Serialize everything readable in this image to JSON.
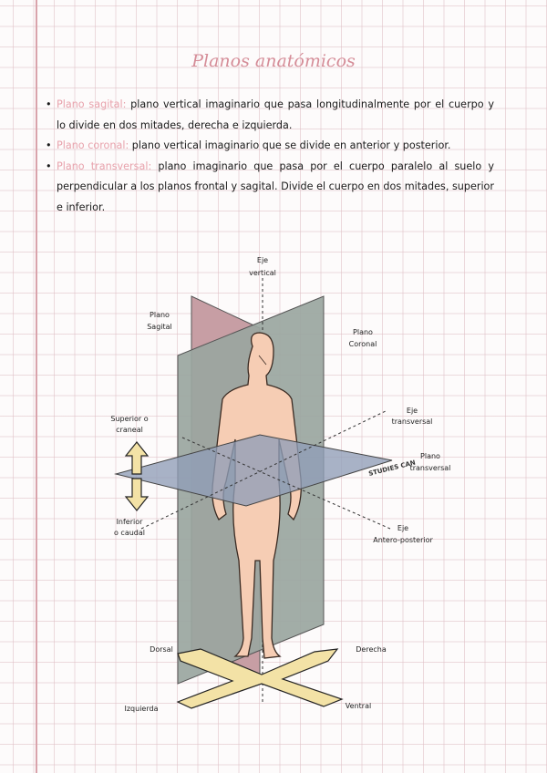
{
  "title": "Planos anatómicos",
  "bullets": [
    {
      "term": "Plano sagital:",
      "text": " plano vertical imaginario que pasa longitudinalmente por el cuerpo y lo divide en dos mitades, derecha e izquierda."
    },
    {
      "term": "Plano coronal:",
      "text": " plano vertical imaginario que se divide en anterior y posterior."
    },
    {
      "term": "Plano transversal:",
      "text": " plano imaginario que pasa por el cuerpo paralelo al suelo y perpendicular a los planos frontal y sagital. Divide el cuerpo en dos mitades, superior e inferior."
    }
  ],
  "figure": {
    "eje_vertical_1": "Eje",
    "eje_vertical_2": "vertical",
    "plano_sagital_1": "Plano",
    "plano_sagital_2": "Sagital",
    "plano_coronal_1": "Plano",
    "plano_coronal_2": "Coronal",
    "superior_1": "Superior o",
    "superior_2": "craneal",
    "eje_transversal_1": "Eje",
    "eje_transversal_2": "transversal",
    "plano_transversal_1": "Plano",
    "plano_transversal_2": "transversal",
    "inferior_1": "Inferior",
    "inferior_2": "o caudal",
    "eje_ap_1": "Eje",
    "eje_ap_2": "Antero-posterior",
    "watermark": "STUDIES CAN",
    "dorsal": "Dorsal",
    "derecha": "Derecha",
    "izquierda": "Izquierda",
    "ventral": "Ventral"
  },
  "colors": {
    "accent": "#e8a2ac",
    "sagittal_plane": "#c79ea4",
    "coronal_plane": "#9aa69f",
    "transverse_plane": "#8f9db7",
    "skin": "#f6cdb4",
    "arrow_fill": "#f3e2a6"
  }
}
